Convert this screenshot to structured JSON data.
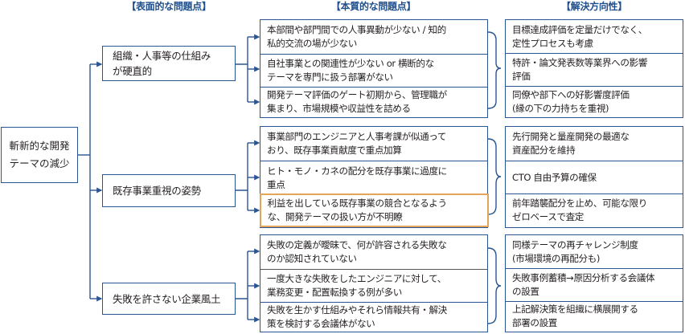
{
  "headers": {
    "surface": "【表面的な問題点】",
    "essential": "【本質的な問題点】",
    "solution": "【解決方向性】"
  },
  "root": {
    "line1": "斬新的な開発",
    "line2": "テーマの減少"
  },
  "branches": [
    {
      "surface": {
        "line1": "組織・人事等の仕組み",
        "line2": "が硬直的"
      },
      "essential": [
        {
          "line1": "本部間や部門間での人事異動が少ない / 知的",
          "line2": "私的交流の場が少ない"
        },
        {
          "line1": "自社事業との関連性が少ない or 横断的な",
          "line2": "テーマを専門に扱う部署がない"
        },
        {
          "line1": "開発テーマ評価のゲート初期から、管理職が",
          "line2": "集まり、市場規模や収益性を詰める"
        }
      ],
      "solutions": [
        {
          "line1": "目標達成評価を定量だけでなく、",
          "line2": "定性プロセスも考慮"
        },
        {
          "line1": "特許・論文発表数等業界への影響",
          "line2": "評価"
        },
        {
          "line1": "同僚や部下への好影響度評価",
          "line2": "(縁の下の力持ちを重視)"
        }
      ]
    },
    {
      "surface": {
        "line1": "既存事業重視の姿勢",
        "line2": ""
      },
      "essential": [
        {
          "line1": "事業部門のエンジニアと人事考課が似通って",
          "line2": "おり、既存事業貢献度で重点加算"
        },
        {
          "line1": "ヒト・モノ・カネの配分を既存事業に過度に",
          "line2": "重点"
        },
        {
          "line1": "利益を出している既存事業の競合となるよう",
          "line2": "な、開発テーマの扱い方が不明瞭",
          "highlighted": true
        }
      ],
      "solutions": [
        {
          "line1": "先行開発と量産開発の最適な",
          "line2": "資産配分を維持"
        },
        {
          "line1": "CTO 自由予算の確保",
          "line2": ""
        },
        {
          "line1": "前年踏襲配分を止め、可能な限り",
          "line2": "ゼロベースで査定"
        }
      ]
    },
    {
      "surface": {
        "line1": "失敗を許さない企業風土",
        "line2": ""
      },
      "essential": [
        {
          "line1": "失敗の定義が曖昧で、何が許容される失敗な",
          "line2": "のか認知されていない"
        },
        {
          "line1": "一度大きな失敗をしたエンジニアに対して、",
          "line2": "業務変更・配置転換する例が多い"
        },
        {
          "line1": "失敗を生かす仕組みやそれら情報共有・解決",
          "line2": "策を検討する会議体がない"
        }
      ],
      "solutions": [
        {
          "line1": "同様テーマの再チャレンジ制度",
          "line2": "(市場環境の再配分も)"
        },
        {
          "line1": "失敗事例蓄積→原因分析する会議体",
          "line2": "の設置"
        },
        {
          "line1": "上記解決策を組織に横展開する",
          "line2": "部署の設置"
        }
      ]
    }
  ],
  "colors": {
    "line": "#2a5592",
    "header": "#1f4e8c",
    "highlight": "#e2a65a"
  }
}
